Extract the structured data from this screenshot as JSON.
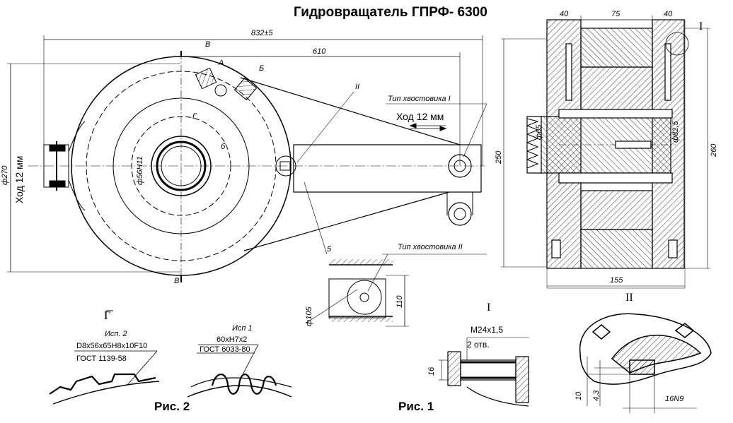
{
  "title": "Гидровращатель ГПРФ- 6300",
  "main_view": {
    "dim_overall": "832±5",
    "dim_610": "610",
    "section_mark_top": "В",
    "section_mark_bottom": "В",
    "label_A": "А",
    "label_B": "Б",
    "label_G": "Г",
    "label_b": "б",
    "label_II": "II",
    "label_5": "5",
    "dim_phi270": "ф270",
    "stroke_vertical": "Ход 12 мм",
    "dim_phi56": "ф56Н11",
    "shank_type_1": "Тип хвостовика I",
    "stroke_horizontal": "Ход 12 мм",
    "shank_type_2": "Тип хвостовика II",
    "dim_phi105": "ф105",
    "dim_110": "110"
  },
  "section_view": {
    "dim_top_left": "40",
    "dim_top_mid": "75",
    "dim_top_right": "40",
    "callout_I": "I",
    "dim_250": "250",
    "dim_260": "260",
    "dim_phi65": "ф65",
    "dim_phi82": "ф82,5",
    "dim_155": "155"
  },
  "fig2": {
    "letter": "Г",
    "variant_2": "Исп. 2",
    "spline_2": "D8x56x65H8x10F10",
    "gost_2": "ГОСТ 1139-58",
    "variant_1": "Исп 1",
    "spline_1": "60хН7х2",
    "gost_1": "ГОСТ 6033-80",
    "caption": "Рис. 2"
  },
  "fig1": {
    "roman": "I",
    "thread": "М24х1,5",
    "holes": "2 отв.",
    "dim_16": "16",
    "caption": "Рис. 1"
  },
  "detail_II": {
    "roman": "II",
    "dim_10": "10",
    "dim_43": "4,3",
    "key": "16N9"
  }
}
